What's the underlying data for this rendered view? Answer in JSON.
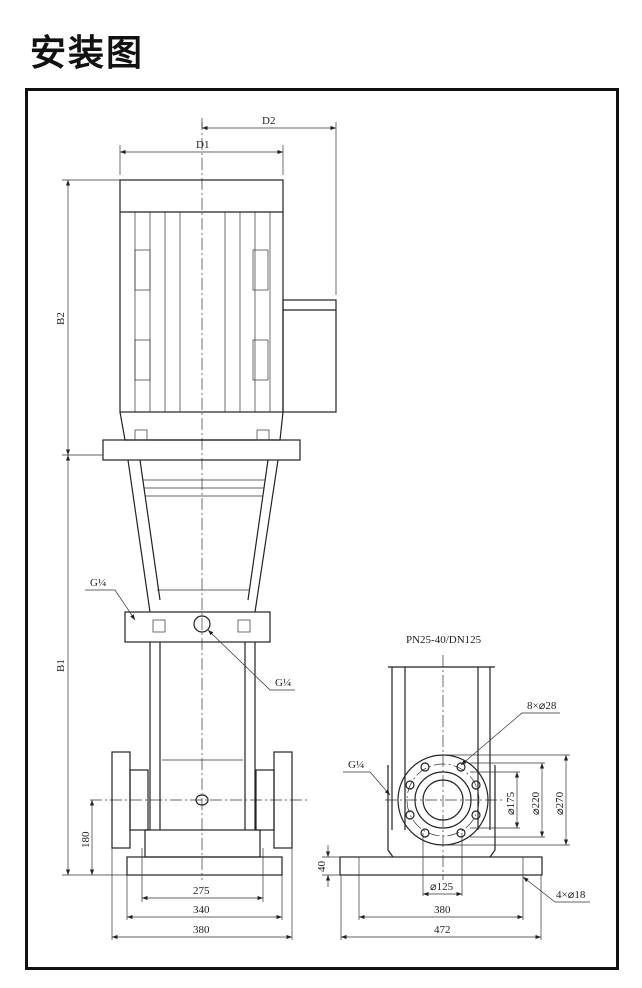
{
  "title": "安装图",
  "front_view": {
    "dims": {
      "d1": "D1",
      "d2": "D2",
      "b1": "B1",
      "b2": "B2",
      "h180": "180",
      "w275": "275",
      "w340": "340",
      "w380": "380"
    },
    "plug_top": "G¼",
    "plug_side": "G¼"
  },
  "side_view": {
    "flange_spec": "PN25-40/DN125",
    "bolt_holes": "8×⌀28",
    "plug": "G¼",
    "dims": {
      "d175": "⌀175",
      "d220": "⌀220",
      "d270": "⌀270",
      "h40": "40",
      "d125": "⌀125",
      "w380": "380",
      "w472": "472"
    },
    "base_holes": "4×⌀18"
  }
}
